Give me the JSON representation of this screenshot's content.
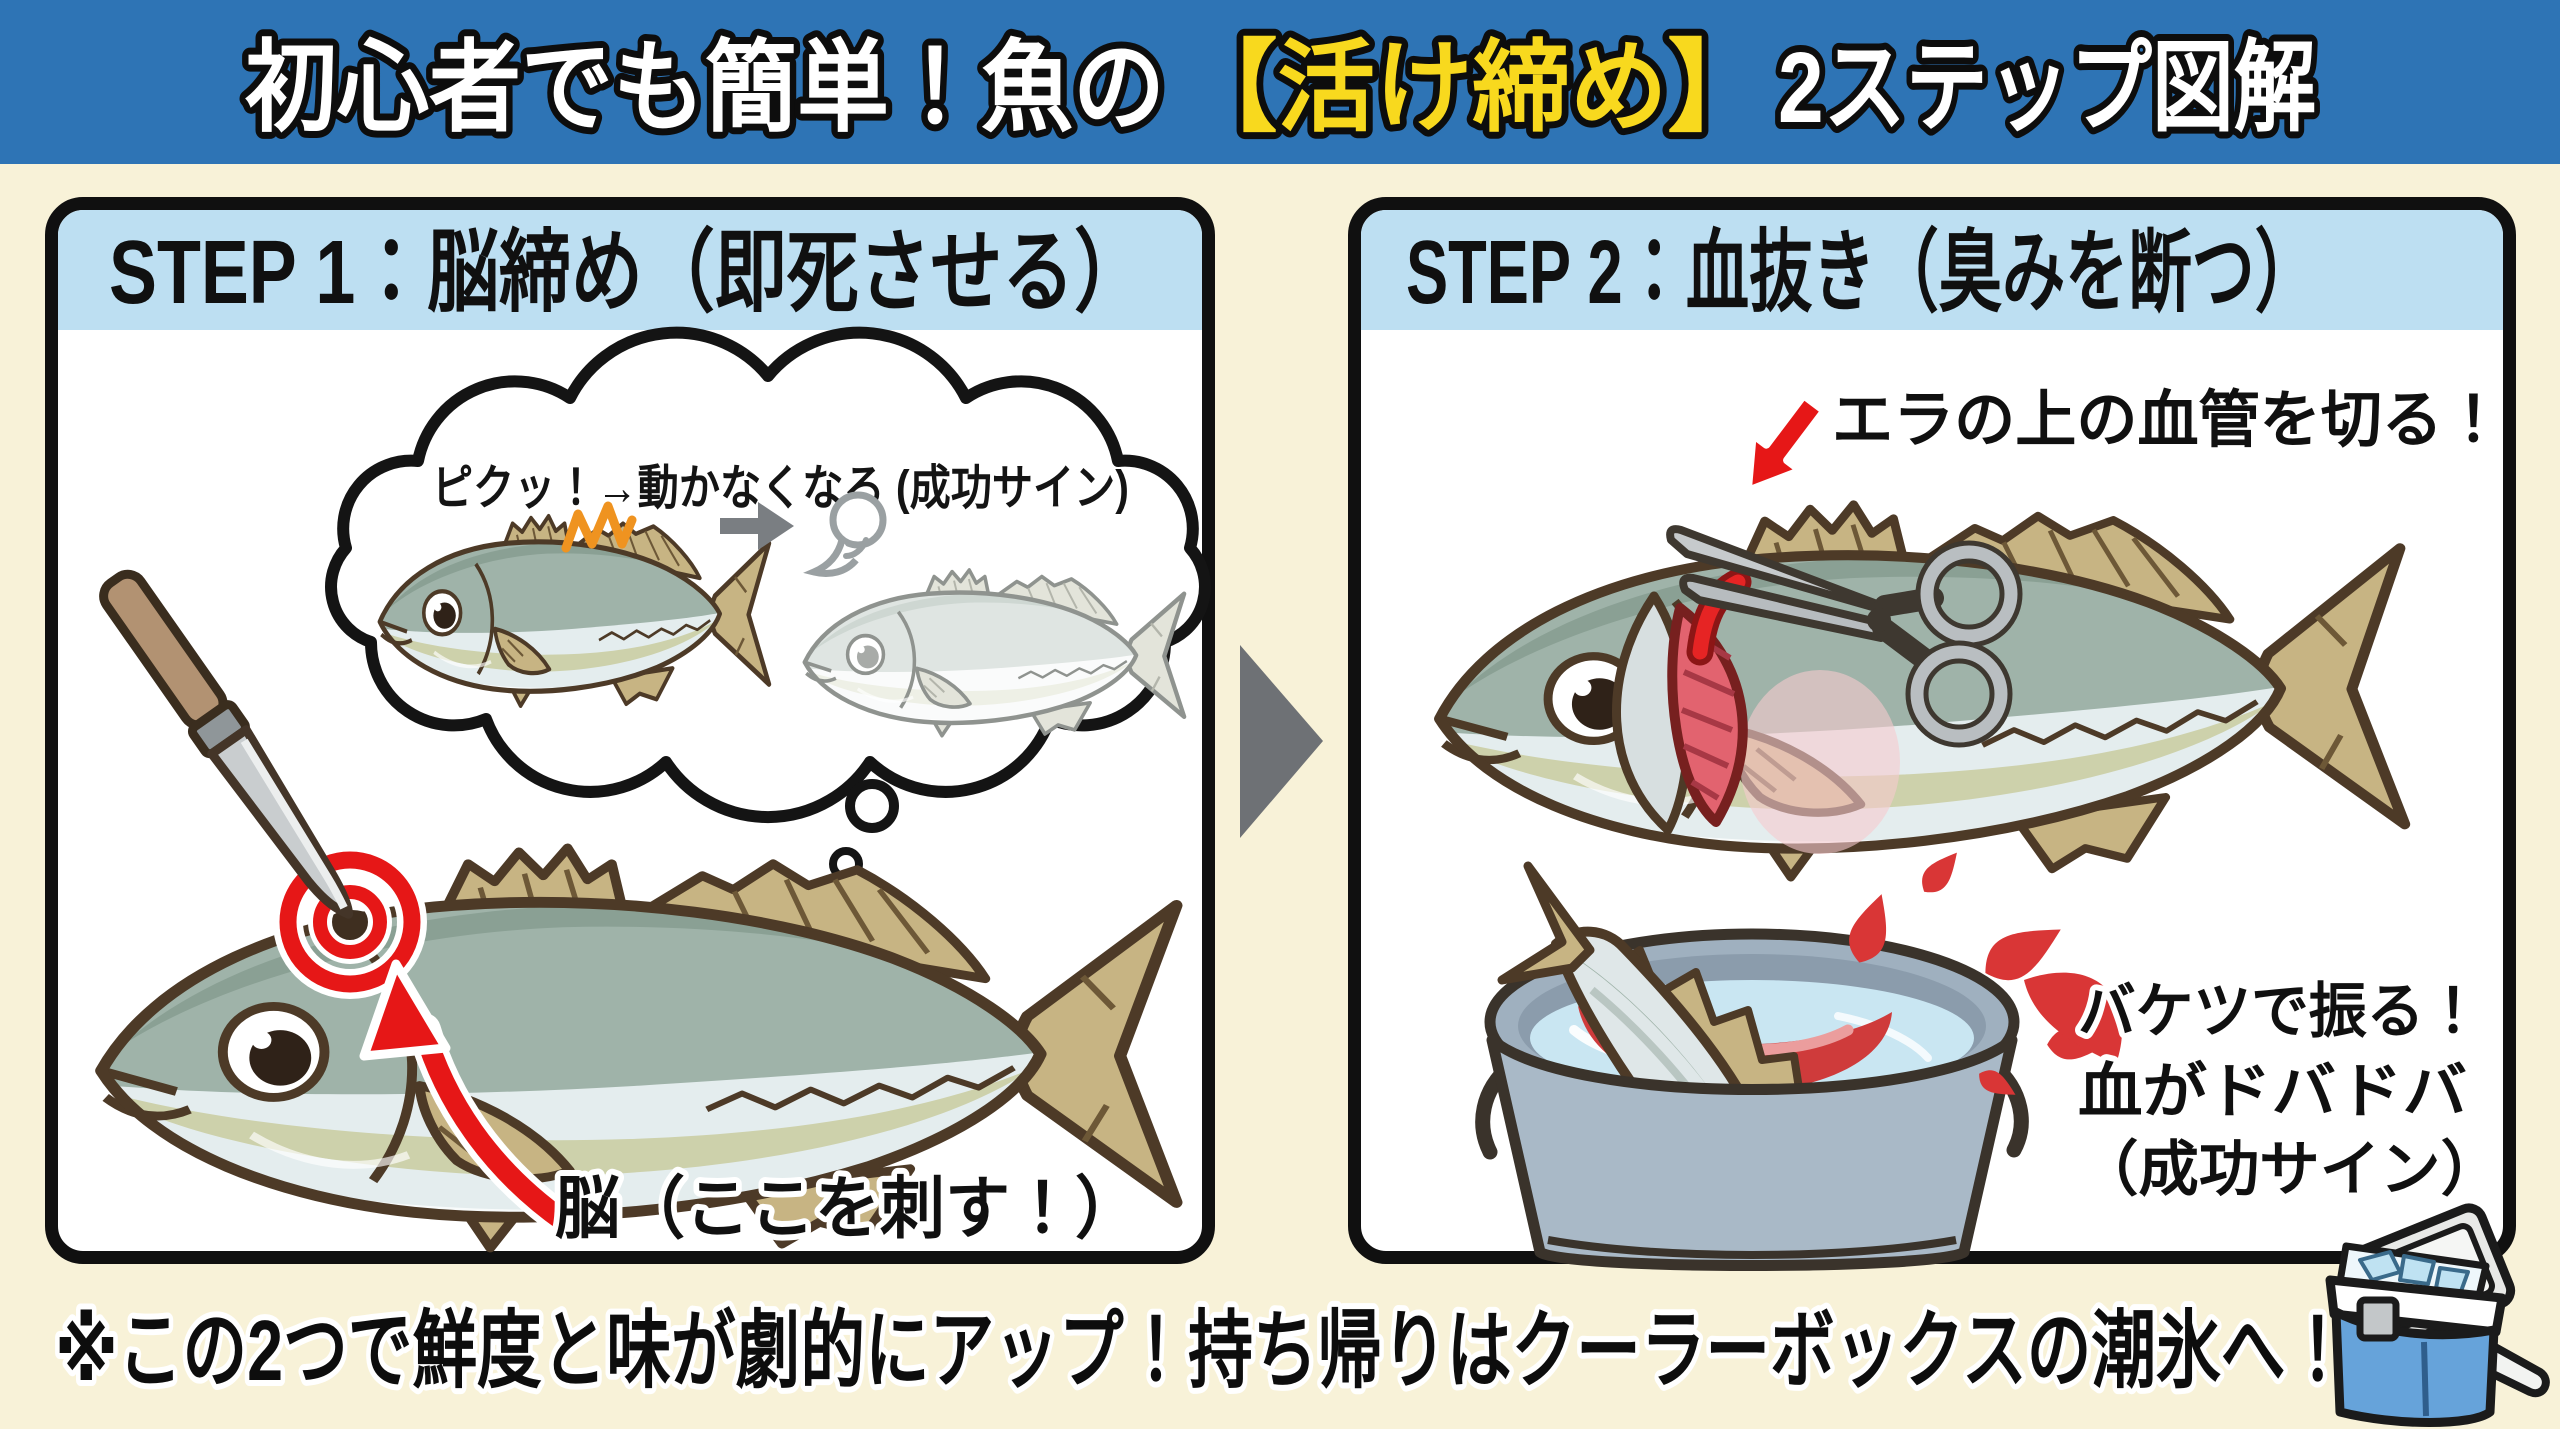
{
  "header": {
    "title_part1": "初心者でも簡単！魚の",
    "title_highlight": "【活け締め】",
    "title_part2": "2ステップ図解",
    "background_color": "#2e74b5",
    "title_color": "#ffffff",
    "highlight_color": "#f8d91e"
  },
  "step1": {
    "title": "STEP 1：脳締め（即死させる）",
    "bubble_text": "ピクッ！→動かなくなる (成功サイン)",
    "brain_label": "脳（ここを刺す！）",
    "icons": [
      "thought-bubble",
      "live-fish",
      "right-arrow",
      "soul-ghost",
      "dead-fish",
      "knife",
      "target-rings",
      "red-arrow"
    ]
  },
  "step2": {
    "title": "STEP 2：血抜き（臭みを断つ）",
    "gill_label": "エラの上の血管を切る！",
    "bucket_lines": [
      "バケツで振る！",
      "血がドバドバ",
      "（成功サイン）"
    ],
    "icons": [
      "red-arrow",
      "fish-open-gill",
      "scissors",
      "bucket",
      "blood-splash",
      "fish-in-bucket"
    ]
  },
  "footer": {
    "note": "※この2つで鮮度と味が劇的にアップ！持ち帰りはクーラーボックスの潮氷へ！",
    "icon": "cooler-box"
  },
  "colors": {
    "background_cream": "#f8f2d8",
    "panel_background": "#ffffff",
    "panel_border": "#101010",
    "panel_header_blue": "#bddff2",
    "accent_red": "#e61717",
    "step_arrow_gray": "#6e7175",
    "fish_back": "#9fb3a9",
    "fish_fin_khaki": "#c7b483",
    "blood_red": "#d93636",
    "bucket_gray": "#a9b9c7",
    "water_blue": "#c9e6f2",
    "cooler_blue": "#66a3da"
  }
}
